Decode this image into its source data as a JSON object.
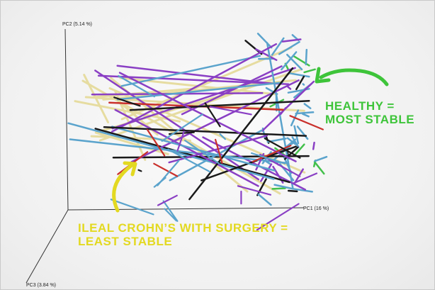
{
  "chart_data": {
    "type": "line",
    "axes": {
      "pc1": "PC1 (16 %)",
      "pc2": "PC2 (5.14 %)",
      "pc3": "PC3 (3.84 %)"
    },
    "grid": false,
    "annotations": [
      {
        "line1": "HEALTHY =",
        "line2": "MOST STABLE",
        "color": "#3ec43a"
      },
      {
        "line1": "ILEAL CROHN’S WITH SURGERY =",
        "line2": "LEAST STABLE",
        "color": "#e3d921"
      }
    ],
    "trajectory_colors": {
      "ileal_crohns_surgery": "#e6dca0",
      "group_blue": "#5aa3cc",
      "group_purple": "#8a3fc4",
      "group_red": "#c9302c",
      "group_green": "#42c04a",
      "group_black": "#1a1a1a"
    }
  }
}
